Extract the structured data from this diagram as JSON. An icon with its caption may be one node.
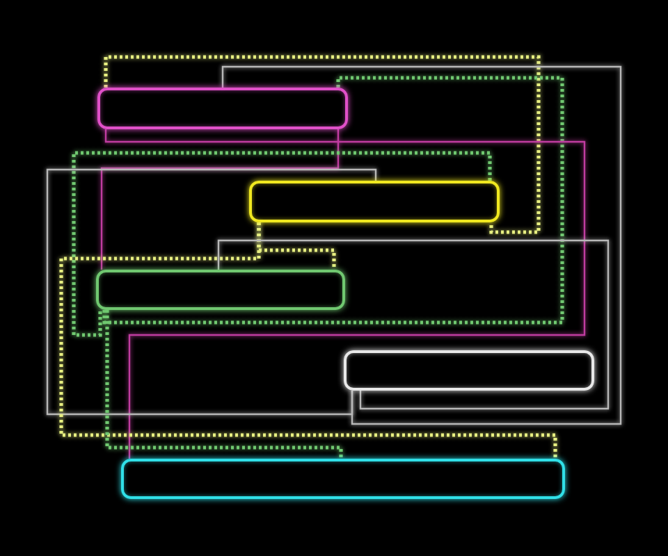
{
  "diagram": {
    "nodes": [
      {
        "text": [],
        "shape": "box"
      },
      {
        "text": [],
        "shape": "box"
      },
      {
        "text": [],
        "shape": "box"
      },
      {
        "text": [],
        "shape": "box"
      },
      {
        "text": [],
        "shape": "box"
      }
    ],
    "edges": [
      {
        "from": 0,
        "to": 1,
        "arrow": "none",
        "style": "dashed",
        "color": "#e6ee80"
      },
      {
        "from": 0,
        "to": 3,
        "arrow": "none"
      },
      {
        "from": 0,
        "to": 2,
        "arrow": "none",
        "style": "dashed",
        "color": "#70c870"
      },
      {
        "from": 0,
        "to": 4,
        "arrow": "none",
        "color": "#c03ca0"
      },
      {
        "from": 0,
        "to": 2,
        "arrow": "none",
        "color": "#c03ca0"
      },
      {
        "from": 1,
        "to": 2,
        "arrow": "none",
        "style": "dashed",
        "color": "#70c870"
      },
      {
        "from": 1,
        "to": 3,
        "arrow": "none"
      },
      {
        "from": 1,
        "to": 2,
        "arrow": "none",
        "style": "dashed",
        "color": "#e6ee80"
      },
      {
        "from": 1,
        "to": 4,
        "arrow": "none",
        "style": "dashed",
        "color": "#e6ee80"
      },
      {
        "from": 2,
        "to": 3,
        "arrow": "none"
      },
      {
        "from": 2,
        "to": 4,
        "arrow": "none",
        "style": "dashed",
        "color": "#70c870"
      }
    ]
  }
}
